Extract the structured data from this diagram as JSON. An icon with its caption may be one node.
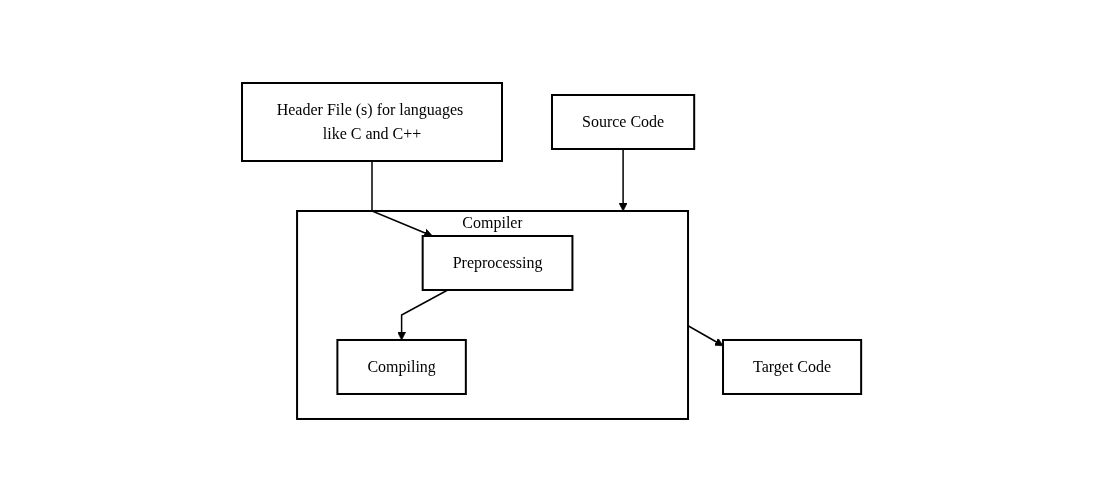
{
  "diagram": {
    "nodes": [
      {
        "text": [
          "Source Code"
        ]
      },
      {
        "text": [
          "Compiler"
        ]
      },
      {
        "text": [
          "Preprocessing"
        ],
        "in": 1
      },
      {
        "text": [
          "Compiling"
        ],
        "in": 1
      },
      {
        "text": [
          "Target Code"
        ]
      },
      {
        "text": [
          "Header File (s) for languages like C and C++"
        ]
      }
    ],
    "edges": [
      {
        "from": 0,
        "to": 1,
        "arrow": "to"
      },
      {
        "from": 2,
        "to": 3,
        "arrow": "to"
      },
      {
        "from": 5,
        "to": 2,
        "arrow": "to"
      },
      {
        "from": 1,
        "to": 4,
        "arrow": "to"
      }
    ]
  }
}
